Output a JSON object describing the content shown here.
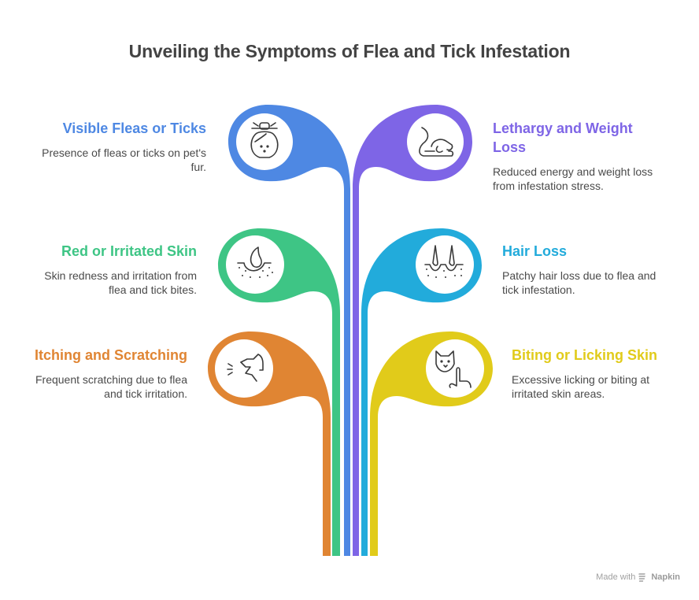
{
  "title": "Unveiling the Symptoms of Flea and Tick Infestation",
  "items": [
    {
      "id": "visible-fleas",
      "side": "left",
      "title": "Visible Fleas or Ticks",
      "description": "Presence of fleas or ticks on pet's fur.",
      "color": "#4E88E3",
      "icon": "tick-on-face-icon"
    },
    {
      "id": "lethargy",
      "side": "right",
      "title": "Lethargy and Weight Loss",
      "description": "Reduced energy and weight loss from infestation stress.",
      "color": "#7E65E6",
      "icon": "resting-dog-icon"
    },
    {
      "id": "red-skin",
      "side": "left",
      "title": "Red or Irritated Skin",
      "description": "Skin redness and irritation from flea and tick bites.",
      "color": "#3EC585",
      "icon": "irritated-skin-icon"
    },
    {
      "id": "hair-loss",
      "side": "right",
      "title": "Hair Loss",
      "description": "Patchy hair loss due to flea and tick infestation.",
      "color": "#22ABDB",
      "icon": "hair-follicles-icon"
    },
    {
      "id": "itching",
      "side": "left",
      "title": "Itching and Scratching",
      "description": "Frequent scratching due to flea and tick irritation.",
      "color": "#E08533",
      "icon": "dog-scratching-icon"
    },
    {
      "id": "biting",
      "side": "right",
      "title": "Biting or Licking Skin",
      "description": "Excessive licking or biting at irritated skin areas.",
      "color": "#E1CB1A",
      "icon": "cat-licking-icon"
    }
  ],
  "footer": {
    "made_with": "Made with",
    "brand": "Napkin"
  }
}
